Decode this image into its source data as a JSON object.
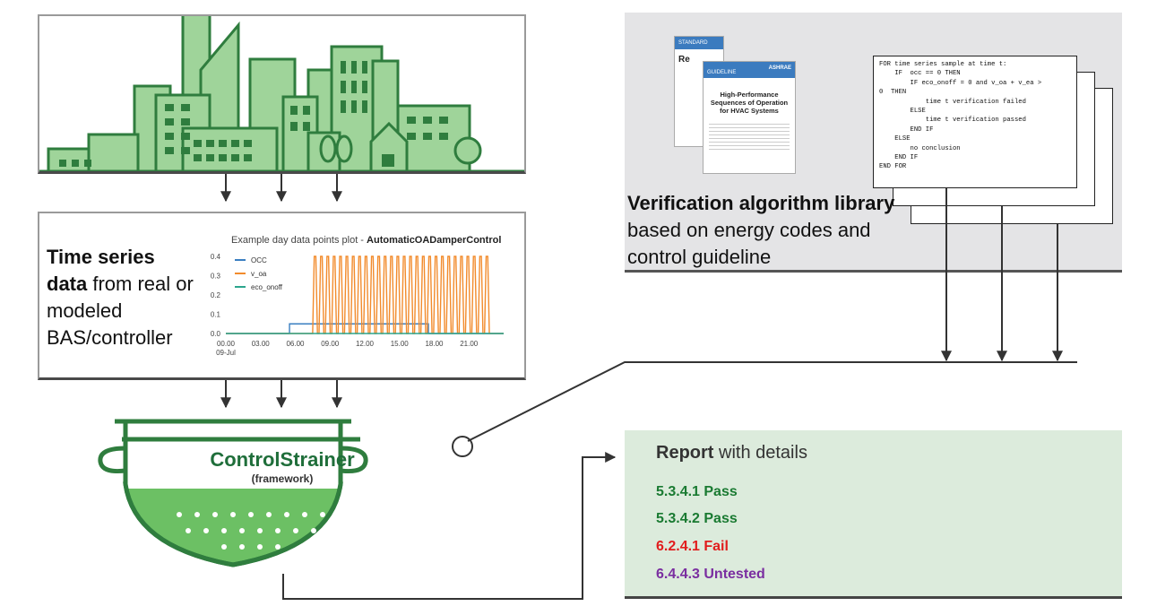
{
  "colors": {
    "green_dark": "#2f7d3e",
    "green_light": "#9fd49a",
    "green_fill": "#6cc064",
    "report_bg": "#dcebdc",
    "pass": "#1a7a32",
    "fail": "#e11d1d",
    "untested": "#7a2ea0",
    "occ": "#3a7fc1",
    "v_oa": "#f28b2c",
    "eco_onoff": "#2ca58d"
  },
  "timeseries": {
    "label_bold": "Time series data",
    "label_rest": " from real or modeled BAS/controller"
  },
  "chart_data": {
    "type": "line",
    "title_prefix": "Example day data points plot - ",
    "title_bold": "AutomaticOADamperControl",
    "xticks": [
      "00.00",
      "03.00",
      "06.00",
      "09.00",
      "12.00",
      "15.00",
      "18.00",
      "21.00"
    ],
    "xtick_sub": "09-Jul",
    "yticks": [
      "0.0",
      "0.1",
      "0.2",
      "0.3",
      "0.4"
    ],
    "ylim": [
      0,
      0.4
    ],
    "xlim": [
      0,
      24
    ],
    "series": [
      {
        "name": "OCC",
        "color": "#3a7fc1",
        "points": [
          [
            0,
            0
          ],
          [
            5.5,
            0
          ],
          [
            5.5,
            0.05
          ],
          [
            17.5,
            0.05
          ],
          [
            17.5,
            0
          ],
          [
            24,
            0
          ]
        ]
      },
      {
        "name": "v_oa",
        "color": "#f28b2c",
        "oscillation": {
          "start": 7.5,
          "end": 22.6,
          "period": 0.55,
          "high": 0.4,
          "low": 0
        }
      },
      {
        "name": "eco_onoff",
        "color": "#2ca58d",
        "points": [
          [
            0,
            0
          ],
          [
            24,
            0
          ]
        ]
      }
    ],
    "legend": "top-left"
  },
  "strainer": {
    "name": "ControlStrainer",
    "subtitle": "(framework)"
  },
  "library": {
    "label_bold": "Verification algorithm library",
    "label_rest": " based on energy codes and control guideline",
    "doc_back_header": "STANDARD",
    "doc_back_title": "Re",
    "doc_front_header": "GUIDELINE",
    "doc_front_logo": "ASHRAE",
    "doc_front_title": "High-Performance Sequences of Operation for HVAC Systems",
    "pseudocode": "FOR time series sample at time t:\n    IF  occ == 0 THEN\n        IF eco_onoff = 0 and v_oa + v_ea >\n0  THEN\n            time t verification failed\n        ELSE\n            time t verification passed\n        END IF\n    ELSE\n        no conclusion\n    END IF\nEND FOR"
  },
  "report": {
    "title_bold": "Report",
    "title_rest": " with details",
    "items": [
      {
        "text": "5.3.4.1 Pass",
        "status": "pass"
      },
      {
        "text": "5.3.4.2 Pass",
        "status": "pass"
      },
      {
        "text": "6.2.4.1 Fail",
        "status": "fail"
      },
      {
        "text": "6.4.4.3 Untested",
        "status": "untested"
      }
    ]
  }
}
